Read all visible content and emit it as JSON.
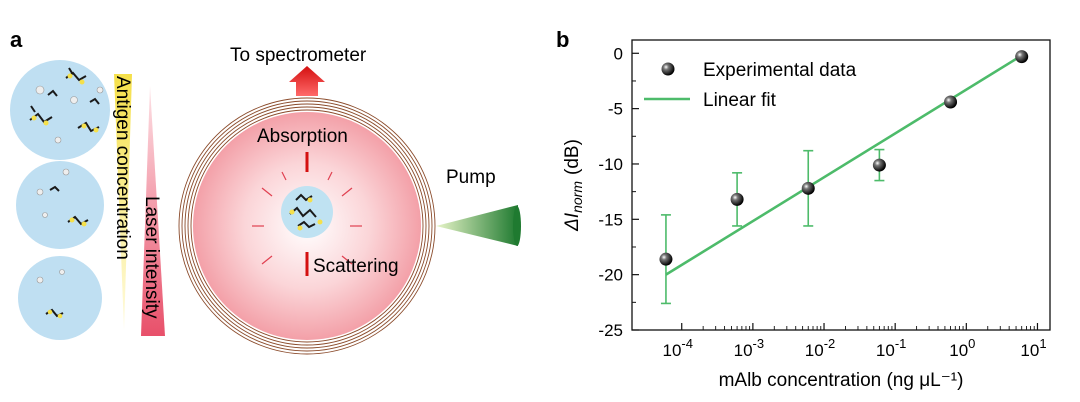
{
  "panel_a": {
    "letter": "a",
    "labels": {
      "to_spectrometer": "To spectrometer",
      "absorption": "Absorption",
      "scattering": "Scattering",
      "pump": "Pump",
      "antigen_concentration": "Antigen concentration",
      "laser_intensity": "Laser intensity"
    },
    "colors": {
      "sample_fill": "#b9dcf0",
      "antigen_bar": "#f7e35a",
      "laser_bar": "#e8506a",
      "cavity": "#f5a6ad",
      "ring": "#8a4a2a",
      "arrow": "#e01f1f",
      "pump": "#2a8a3a"
    }
  },
  "panel_b": {
    "letter": "b"
  },
  "chart_data": {
    "type": "scatter",
    "xscale": "log",
    "xlim": [
      2e-05,
      15
    ],
    "ylim": [
      -25,
      1.2
    ],
    "xlabel": "mAlb concentration (ng μL⁻¹)",
    "ylabel_main": "ΔI",
    "ylabel_sub": "norm",
    "ylabel_unit": "(dB)",
    "x_ticks": [
      {
        "value": 0.0001,
        "mantissa": "10",
        "exp": "-4"
      },
      {
        "value": 0.001,
        "mantissa": "10",
        "exp": "-3"
      },
      {
        "value": 0.01,
        "mantissa": "10",
        "exp": "-2"
      },
      {
        "value": 0.1,
        "mantissa": "10",
        "exp": "-1"
      },
      {
        "value": 1,
        "mantissa": "10",
        "exp": "0"
      },
      {
        "value": 10,
        "mantissa": "10",
        "exp": "1"
      }
    ],
    "y_ticks": [
      "0",
      "-5",
      "-10",
      "-15",
      "-20",
      "-25"
    ],
    "series": [
      {
        "name": "Experimental data",
        "x": [
          6e-05,
          0.0006,
          0.006,
          0.06,
          0.6,
          6
        ],
        "y": [
          -18.6,
          -13.2,
          -12.2,
          -10.1,
          -4.4,
          -0.3
        ],
        "err": [
          4.0,
          2.4,
          3.4,
          1.4,
          0,
          0
        ]
      },
      {
        "name": "Linear fit",
        "x": [
          6e-05,
          6
        ],
        "y": [
          -20.0,
          -0.2
        ],
        "color": "#4dbb6a"
      }
    ],
    "legend_position": "top-left"
  }
}
